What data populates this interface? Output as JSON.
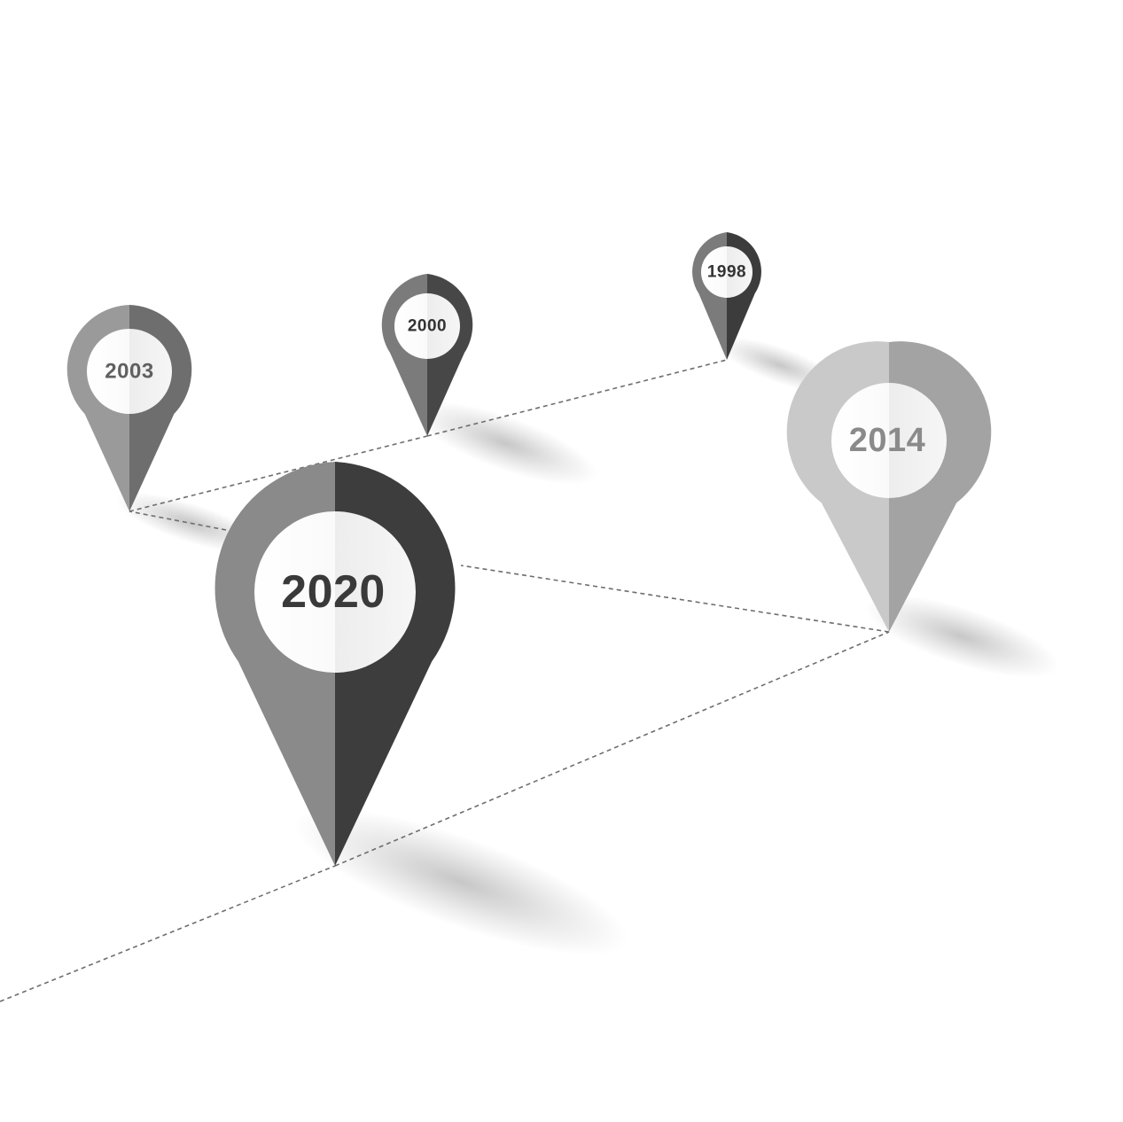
{
  "pins": [
    {
      "key": "p1998",
      "label": "1998",
      "left_color": "#7b7b7b",
      "right_color": "#3c3c3c",
      "text_color": "#333333"
    },
    {
      "key": "p2000",
      "label": "2000",
      "left_color": "#7b7b7b",
      "right_color": "#474747",
      "text_color": "#333333"
    },
    {
      "key": "p2003",
      "label": "2003",
      "left_color": "#9a9a9a",
      "right_color": "#6e6e6e",
      "text_color": "#606060"
    },
    {
      "key": "p2014",
      "label": "2014",
      "left_color": "#c9c9c9",
      "right_color": "#a3a3a3",
      "text_color": "#8a8a8a"
    },
    {
      "key": "p2020",
      "label": "2020",
      "left_color": "#8a8a8a",
      "right_color": "#3d3d3d",
      "text_color": "#3a3a3a"
    }
  ],
  "route_color": "#6e6e6e",
  "background": "#ffffff"
}
